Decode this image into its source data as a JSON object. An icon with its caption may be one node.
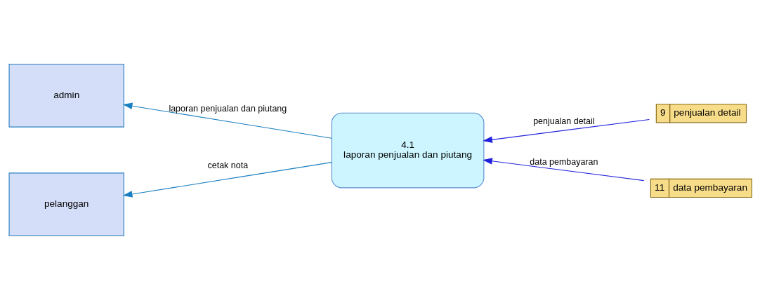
{
  "diagram": {
    "nodes": [
      {
        "text": [
          "admin"
        ]
      },
      {
        "text": [
          "pelanggan"
        ]
      },
      {
        "text": [
          "4.1",
          "laporan penjualan dan piutang"
        ]
      },
      {
        "text": [
          "9",
          "penjualan detail"
        ]
      },
      {
        "text": [
          "11",
          "data pembayaran"
        ]
      }
    ],
    "edges": [
      {
        "from": 2,
        "to": 0,
        "arrow": "to",
        "label": "laporan penjualan dan piutang",
        "color": "#1a7fc0"
      },
      {
        "from": 2,
        "to": 1,
        "arrow": "to",
        "label": "cetak nota",
        "color": "#1a7fc0"
      },
      {
        "from": 3,
        "to": 2,
        "arrow": "to",
        "label": "penjualan detail",
        "color": "#2222dd"
      },
      {
        "from": 4,
        "to": 2,
        "arrow": "to",
        "label": "data pembayaran",
        "color": "#2222dd"
      }
    ]
  }
}
